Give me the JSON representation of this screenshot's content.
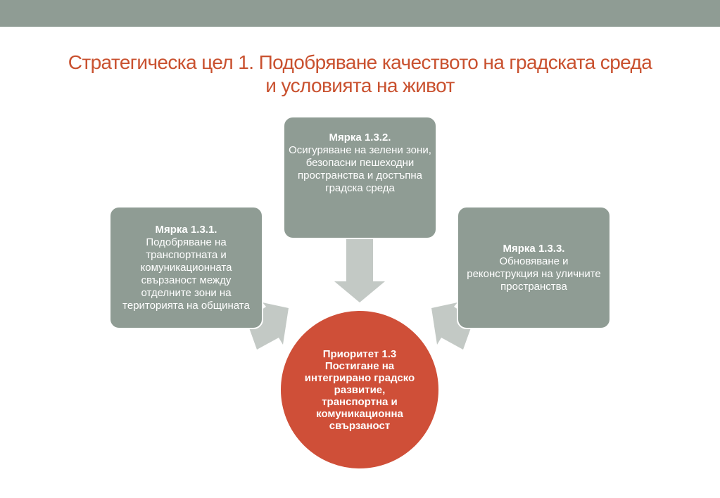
{
  "title": {
    "line1": "Стратегическа цел 1. Подобряване качеството на градската среда",
    "line2": "и условията на живот"
  },
  "measures": [
    {
      "heading": "Мярка 1.3.1.",
      "text": "Подобряване на транспортната и комуникационната свързаност между отделните зони на територията на общината"
    },
    {
      "heading": "Мярка 1.3.2.",
      "text": "Осигуряване на зелени зони, безопасни пешеходни пространства и достъпна градска среда"
    },
    {
      "heading": "Мярка 1.3.3.",
      "text": "Обновяване и реконструкция на уличните пространства"
    }
  ],
  "priority": {
    "heading": "Приоритет 1.3",
    "text": "Постигане на интегрирано градско развитие, транспортна и комуникационна свързаност"
  },
  "colors": {
    "accent_title": "#c9512f",
    "box_fill": "#8f9c94",
    "circle_fill": "#cf4f38",
    "arrow_fill": "#c3c9c5"
  }
}
